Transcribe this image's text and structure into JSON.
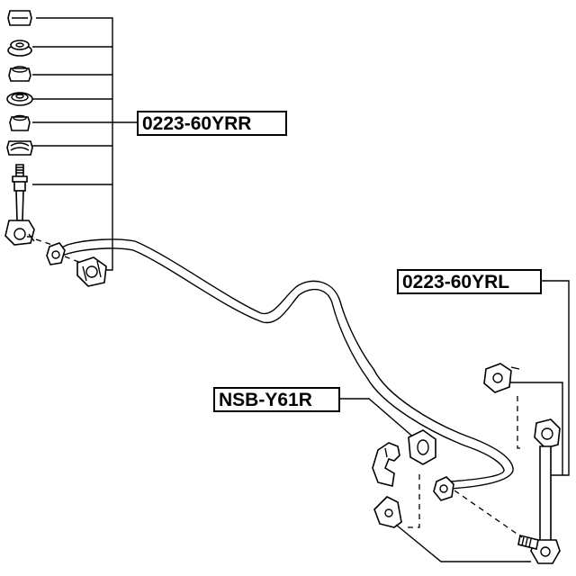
{
  "labels": {
    "rear_right_link": "0223-60YRR",
    "rear_left_link": "0223-60YRL",
    "stabilizer_bushing": "NSB-Y61R"
  },
  "colors": {
    "line": "#000000",
    "background": "#ffffff"
  },
  "icons": {
    "parts": [
      "nut-icon",
      "washer-icon",
      "bushing-icon",
      "cup-washer-icon",
      "spacer-icon",
      "bolt-icon",
      "stabilizer-link-icon",
      "stabilizer-bar-icon",
      "bracket-icon"
    ]
  }
}
